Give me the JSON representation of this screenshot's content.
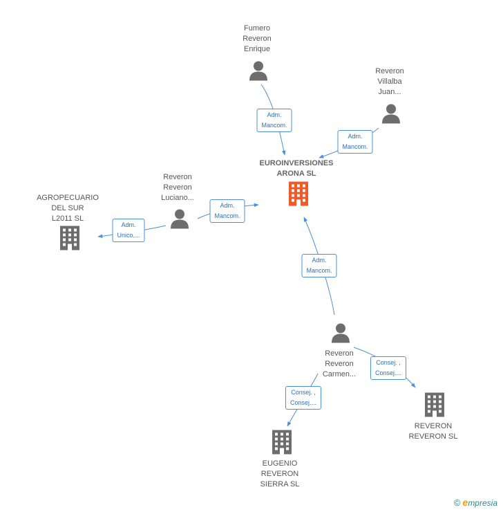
{
  "colors": {
    "person": "#6d6d6d",
    "company": "#6d6d6d",
    "main_company": "#f05a28",
    "edge": "#4a8fd8",
    "edge_text": "#2f6fb8"
  },
  "nodes": {
    "fumero": {
      "label": "Fumero\nReveron\nEnrique",
      "icon": "person-icon"
    },
    "villalba": {
      "label": "Reveron\nVillalba\nJuan...",
      "icon": "person-icon"
    },
    "euroinversiones": {
      "label": "EUROINVERSIONES\nARONA SL",
      "icon": "building-icon"
    },
    "luciano": {
      "label": "Reveron\nReveron\nLuciano...",
      "icon": "person-icon"
    },
    "agropecuario": {
      "label": "AGROPECUARIO\nDEL SUR\nL2011 SL",
      "icon": "building-icon"
    },
    "carmen": {
      "label": "Reveron\nReveron\nCarmen...",
      "icon": "person-icon"
    },
    "reveron_sl": {
      "label": "REVERON\nREVERON SL",
      "icon": "building-icon"
    },
    "eugenio": {
      "label": "EUGENIO\nREVERON\nSIERRA SL",
      "icon": "building-icon"
    }
  },
  "edges": {
    "fumero_euro": {
      "line1": "Adm.",
      "line2": "Mancom."
    },
    "villalba_euro": {
      "line1": "Adm.",
      "line2": "Mancom."
    },
    "luciano_euro": {
      "line1": "Adm.",
      "line2": "Mancom."
    },
    "luciano_agro": {
      "line1": "Adm.",
      "line2": "Unico,..."
    },
    "carmen_euro": {
      "line1": "Adm.",
      "line2": "Mancom."
    },
    "carmen_reveron": {
      "line1": "Consej. ,",
      "line2": "Consej...."
    },
    "carmen_eugenio": {
      "line1": "Consej. ,",
      "line2": "Consej...."
    }
  },
  "footer": {
    "copyright": "©",
    "brand_first": "e",
    "brand_rest": "mpresia"
  }
}
